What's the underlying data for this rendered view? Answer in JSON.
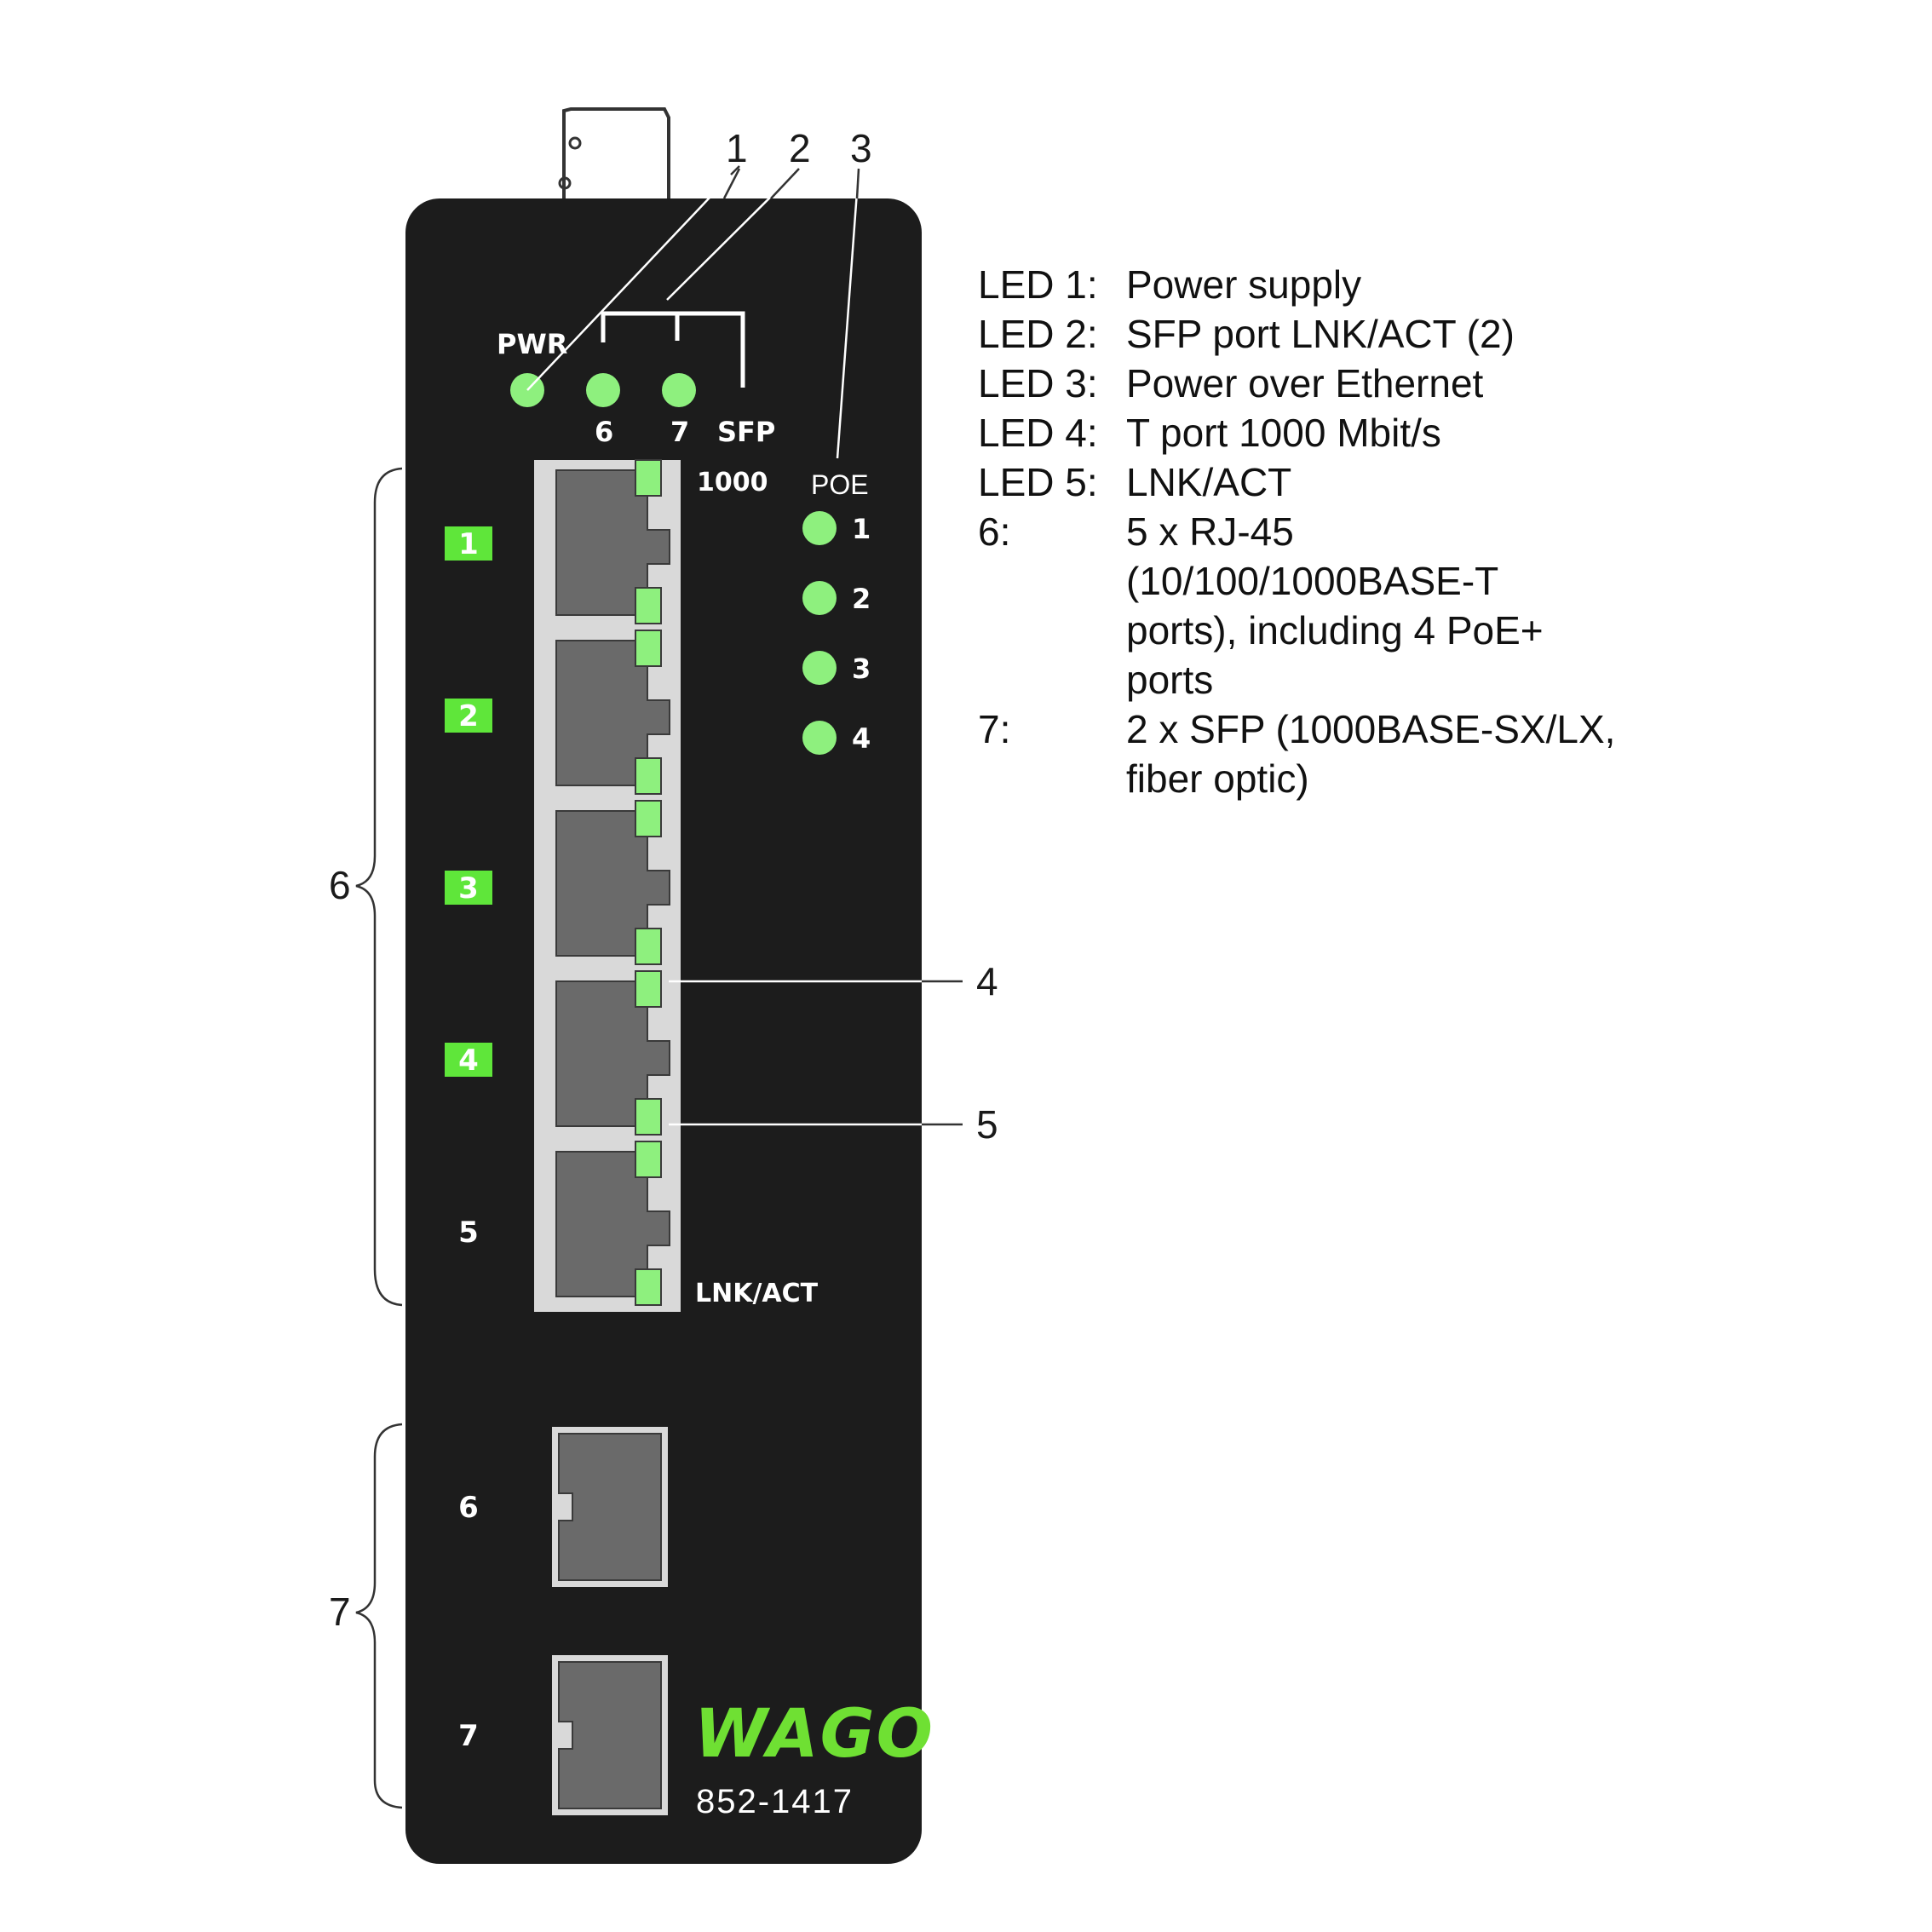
{
  "device": {
    "model": "852-1417",
    "brand": "WAGO",
    "body_color": "#1c1c1c",
    "led_color": "#8ef07e",
    "port_led_color": "#5fe63a"
  },
  "front_labels": {
    "pwr": "PWR",
    "sfp": "SFP",
    "sfp_led_numbers": [
      "6",
      "7"
    ],
    "speed_1000": "1000",
    "poe": "POE",
    "poe_numbers": [
      "1",
      "2",
      "3",
      "4"
    ],
    "lnk_act": "LNK/ACT"
  },
  "rj45_ports": [
    {
      "number": "1",
      "poe": true
    },
    {
      "number": "2",
      "poe": true
    },
    {
      "number": "3",
      "poe": true
    },
    {
      "number": "4",
      "poe": true
    },
    {
      "number": "5",
      "poe": false
    }
  ],
  "sfp_ports": [
    {
      "number": "6"
    },
    {
      "number": "7"
    }
  ],
  "callouts": [
    "1",
    "2",
    "3",
    "4",
    "5",
    "6",
    "7"
  ],
  "legend": [
    {
      "key": "LED 1:",
      "lines": [
        "Power supply"
      ]
    },
    {
      "key": "LED 2:",
      "lines": [
        "SFP port LNK/ACT (2)"
      ]
    },
    {
      "key": "LED 3:",
      "lines": [
        "Power over Ethernet"
      ]
    },
    {
      "key": "LED 4:",
      "lines": [
        "T port 1000 Mbit/s"
      ]
    },
    {
      "key": "LED 5:",
      "lines": [
        "LNK/ACT"
      ]
    },
    {
      "key": "6:",
      "lines": [
        "5 x RJ-45",
        "(10/100/1000BASE-T",
        "ports), including 4 PoE+",
        "ports"
      ]
    },
    {
      "key": "7:",
      "lines": [
        "2 x SFP (1000BASE-SX/LX,",
        "fiber optic)"
      ]
    }
  ]
}
